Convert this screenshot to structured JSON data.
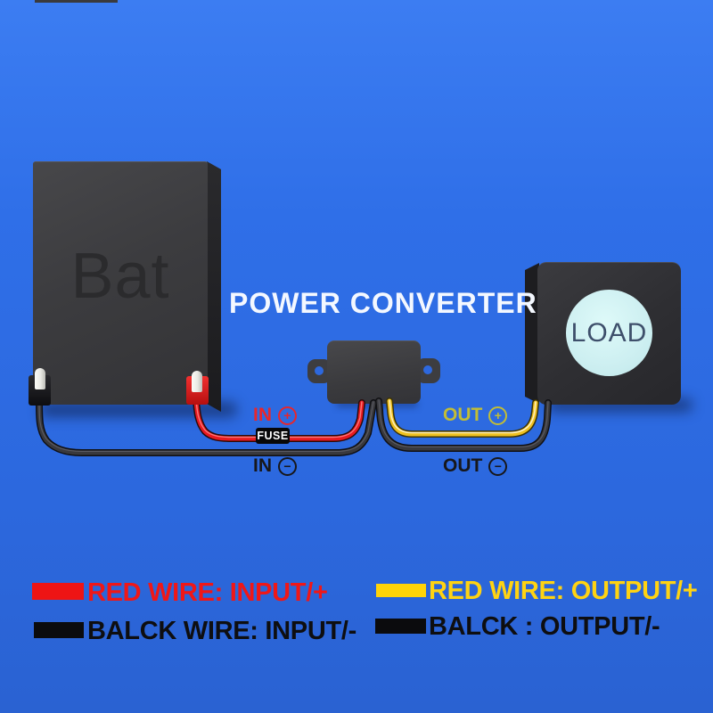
{
  "title": "POWER CONVERTER",
  "battery": {
    "label": "Bat"
  },
  "load": {
    "label": "LOAD"
  },
  "wire_labels": {
    "input_positive": {
      "text": "IN",
      "sign": "+"
    },
    "input_negative": {
      "text": "IN",
      "sign": "−"
    },
    "output_positive": {
      "text": "OUT",
      "sign": "+"
    },
    "output_negative": {
      "text": "OUT",
      "sign": "−"
    },
    "fuse": "FUSE"
  },
  "legend": {
    "input_positive": {
      "text": "RED WIRE: INPUT/+",
      "color": "#f01717"
    },
    "input_negative": {
      "text": "BALCK WIRE: INPUT/-",
      "color": "#0e0e10"
    },
    "output_positive": {
      "text": "RED WIRE: OUTPUT/+",
      "color": "#ffd312"
    },
    "output_negative": {
      "text": "BALCK : OUTPUT/-",
      "color": "#0e0e10"
    }
  },
  "colors": {
    "background": "#2f6fe8",
    "red_wire": "#e8191f",
    "yellow_wire": "#eec01f",
    "black_wire": "#39393d",
    "battery_body": "#3c3c3f",
    "load_circle": "#cfeff1",
    "in_plus_label": "#e8262c",
    "out_plus_label": "#c2bd35"
  }
}
